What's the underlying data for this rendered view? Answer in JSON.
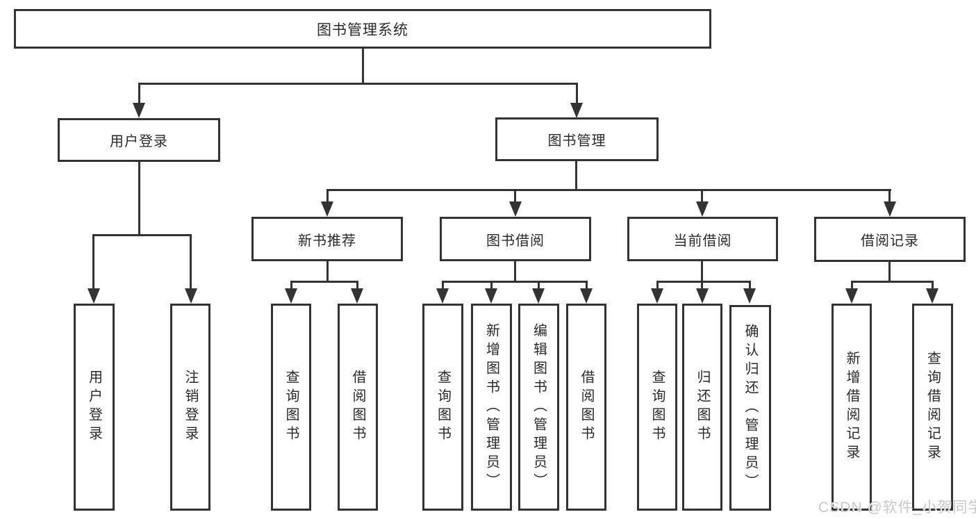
{
  "diagram": {
    "root": "图书管理系统",
    "level2": {
      "login": "用户登录",
      "management": "图书管理"
    },
    "level3": {
      "recommend": "新书推荐",
      "borrow": "图书借阅",
      "current": "当前借阅",
      "records": "借阅记录"
    },
    "leaves": {
      "login": [
        "用户登录",
        "注销登录"
      ],
      "recommend": [
        "查询图书",
        "借阅图书"
      ],
      "borrow": [
        "查询图书",
        "新增图书（管理员）",
        "编辑图书（管理员）",
        "借阅图书"
      ],
      "current": [
        "查询图书",
        "归还图书",
        "确认归还（管理员）"
      ],
      "records": [
        "新增借阅记录",
        "查询借阅记录"
      ]
    }
  },
  "watermark": "CSDN @软件_小贺同学",
  "colors": {
    "line": "#333333",
    "box_background": "#ffffff",
    "text": "#2a2a2a",
    "watermark": "#c9c9c9"
  }
}
